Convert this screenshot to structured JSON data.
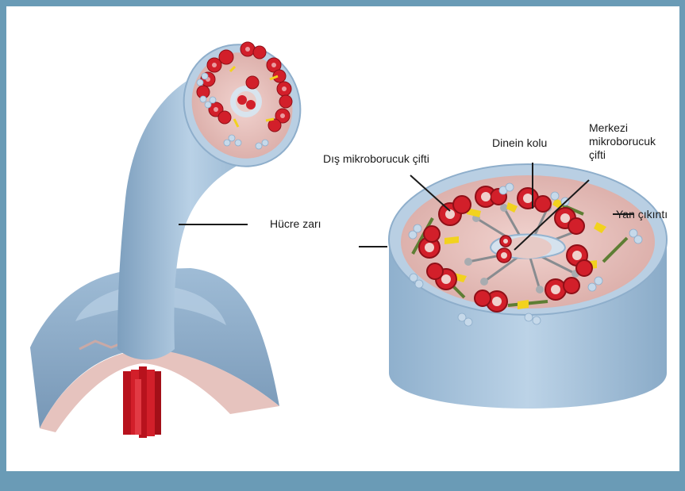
{
  "labels": {
    "outer_doublet": "Dış mikroborucuk çifti",
    "dynein_arm": "Dinein kolu",
    "central_pair": "Merkezi mikroborucuk çifti",
    "radial_spoke": "Yan çıkıntı",
    "cell_membrane": "Hücre zarı"
  },
  "colors": {
    "frame": "#6a9bb6",
    "membrane": "#a9c4dc",
    "membrane_dark": "#7c9fbf",
    "interior": "#e8c4c0",
    "microtubule": "#d21f2a",
    "dynein": "#f2d21e",
    "nexin": "#5e7e34"
  }
}
